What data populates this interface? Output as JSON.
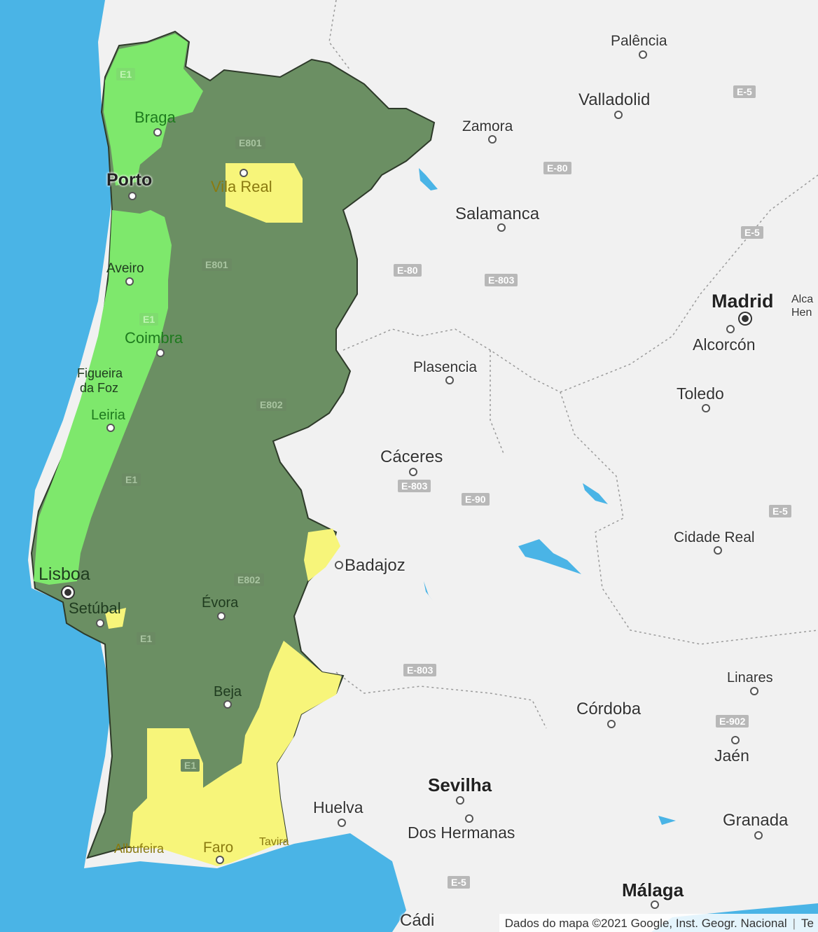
{
  "map": {
    "colors": {
      "sea": "#4ab4e6",
      "land": "#f1f1f1",
      "dark_green": "#6b8f63",
      "light_green": "#7ee86c",
      "yellow": "#f7f57a",
      "border": "#2e3a2a"
    },
    "cities": {
      "braga": "Braga",
      "porto": "Porto",
      "vila_real": "Vila Real",
      "aveiro": "Aveiro",
      "coimbra": "Coimbra",
      "figueira_1": "Figueira",
      "figueira_2": "da Foz",
      "leiria": "Leiria",
      "lisboa": "Lisboa",
      "setubal": "Setúbal",
      "evora": "Évora",
      "beja": "Beja",
      "albufeira": "Albufeira",
      "faro": "Faro",
      "tavira": "Tavira",
      "palencia": "Palência",
      "valladolid": "Valladolid",
      "zamora": "Zamora",
      "salamanca": "Salamanca",
      "madrid": "Madrid",
      "alcala_1": "Alca",
      "alcala_2": "Hen",
      "alcorcon": "Alcorcón",
      "toledo": "Toledo",
      "plasencia": "Plasencia",
      "caceres": "Cáceres",
      "badajoz": "Badajoz",
      "cidade_real": "Cidade Real",
      "linares": "Linares",
      "cordoba": "Córdoba",
      "jaen": "Jaén",
      "sevilha": "Sevilha",
      "huelva": "Huelva",
      "dos_hermanas": "Dos Hermanas",
      "granada": "Granada",
      "malaga": "Málaga",
      "cadiz": "Cádi"
    },
    "roads": {
      "e5": "E-5",
      "e80": "E-80",
      "e803": "E-803",
      "e90": "E-90",
      "e902": "E-902",
      "e801": "E801",
      "e802": "E802",
      "e1": "E1"
    },
    "attribution": {
      "text": "Dados do mapa ©2021 Google, Inst. Geogr. Nacional",
      "terms": "Te"
    }
  }
}
